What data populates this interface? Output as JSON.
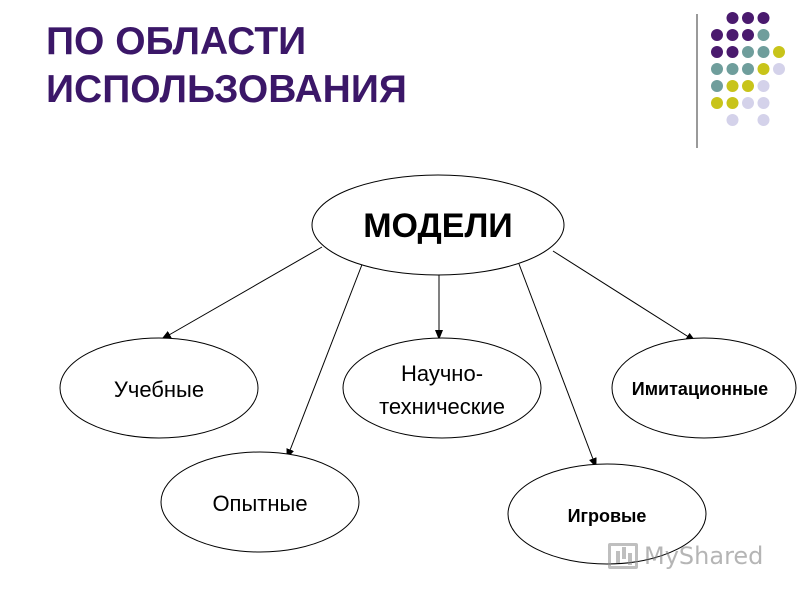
{
  "title": {
    "line1": "ПО ОБЛАСТИ",
    "line2": "ИСПОЛЬЗОВАНИЯ"
  },
  "colors": {
    "title": "#3b1768",
    "dot_purple": "#4a1a6e",
    "dot_teal": "#6f9e9c",
    "dot_yellow": "#c8c41a",
    "dot_lavender": "#d4d2ea"
  },
  "root": {
    "label": "МОДЕЛИ"
  },
  "nodes": [
    {
      "id": "uchebnye",
      "lines": [
        "Учебные"
      ]
    },
    {
      "id": "opytnye",
      "lines": [
        "Опытные"
      ]
    },
    {
      "id": "nauchno",
      "lines": [
        "Научно-",
        "технические"
      ]
    },
    {
      "id": "igrovye",
      "lines": [
        "Игровые"
      ]
    },
    {
      "id": "imitacionnye",
      "lines": [
        "Имитационные"
      ]
    }
  ],
  "watermark": {
    "text": "MyShared",
    "icon": "presentation-chart-icon"
  }
}
